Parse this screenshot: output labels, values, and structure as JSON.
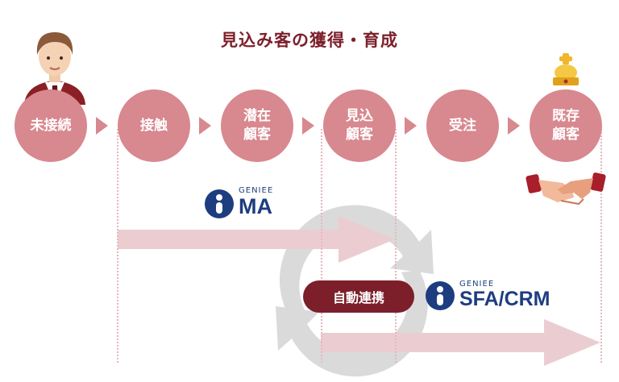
{
  "title": "見込み客の獲得・育成",
  "stages": [
    {
      "lines": [
        "未接続"
      ]
    },
    {
      "lines": [
        "接触"
      ]
    },
    {
      "lines": [
        "潜在",
        "顧客"
      ]
    },
    {
      "lines": [
        "見込",
        "顧客"
      ]
    },
    {
      "lines": [
        "受注"
      ]
    },
    {
      "lines": [
        "既存",
        "顧客"
      ]
    }
  ],
  "ma_brand": {
    "small": "GENIEE",
    "name": "MA"
  },
  "sfa_brand": {
    "small": "GENIEE",
    "name": "SFA/CRM"
  },
  "integration_label": "自動連携",
  "colors": {
    "circle": "#d8888f",
    "arrow": "#ebcdd1",
    "title": "#7c1f2a",
    "pill": "#7c1f2a",
    "brand": "#1e3d80",
    "cycle": "#dadada"
  },
  "icons": [
    "person-avatar-icon",
    "crown-icon",
    "handshake-icon",
    "cycle-arrows-icon"
  ]
}
